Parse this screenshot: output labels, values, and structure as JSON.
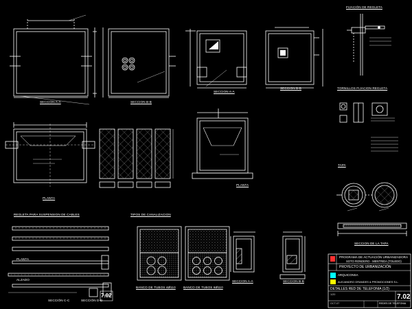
{
  "labels": {
    "seccion_aa_left": "SECCION A-A",
    "seccion_bb_left": "SECCION B-B",
    "seccion_aa_mid": "SECCION A-A",
    "seccion_bb_mid": "SECCION B-B",
    "planta_left": "PLANTA",
    "planta_mid": "PLANTA",
    "fijacion_regleta": "FIJACIÓN DE REGLETA",
    "tornillos_fijacion": "TORNILLOS FIJACION REGLETA",
    "tapa": "TAPA",
    "seccion_tapa": "SECCION DE LA TAPA",
    "regleta_suspension": "REGLETA PARA SUSPENSION DE CABLES",
    "tipos_canalizacion": "TIPOS DE CANALIZACION",
    "banco_4": "BANCO DE TUBOS 4Ø110",
    "banco_6": "BANCO DE TUBOS 6Ø110",
    "seccion_aa_bottom": "SECCION A-A",
    "seccion_bb_bottom": "SECCION B-B",
    "planta_bottom": "PLANTA",
    "alzado": "ALZADO",
    "seccion_cc": "SECCIÓN C-C",
    "seccion_dd": "SECCIÓN D-D"
  },
  "title_block": {
    "line1": "PROGRAMA DE ACTUACIÓN URBANIZADORA",
    "line2": "SOTO RONDERO - MENTRIDA (TOLEDO)",
    "project": "PROYECTO DE URBANIZACIÓN",
    "architect": "ARQUICONSA",
    "promoter": "ALEJANDRO GRANDES & PROMOCIONES S.L.",
    "drawing_title": "DETALLES RED DE TELEFONIA (1/2)",
    "drawing_no": "7.02",
    "small_no": "7.02",
    "scale": "1/20",
    "date": "OCT-07",
    "sub_title": "REDES DE TELEFONIA"
  },
  "colors": {
    "background": "#000000",
    "line": "#ffffff",
    "accent_cyan": "#00ffff",
    "accent_yellow": "#ffff00",
    "accent_red": "#ff3030"
  }
}
